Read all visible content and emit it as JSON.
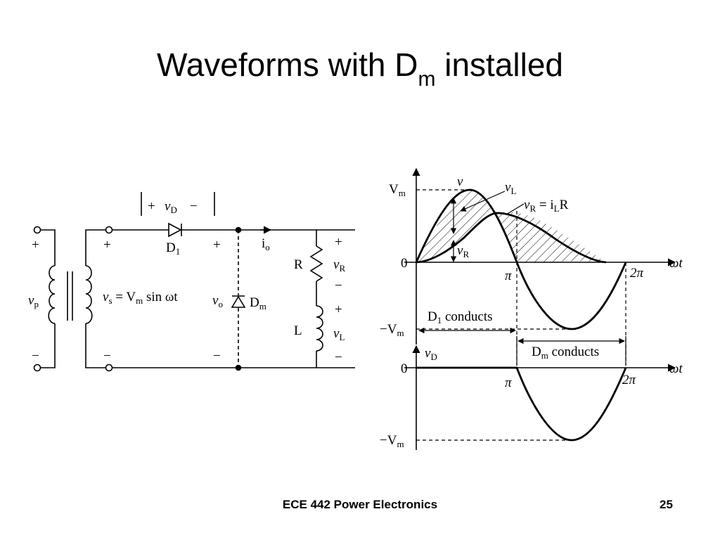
{
  "slide": {
    "title_main": "Waveforms with D",
    "title_sub": "m",
    "title_tail": " installed"
  },
  "circuit": {
    "vp": "v",
    "vp_sub": "p",
    "vs": "v",
    "vs_sub": "s",
    "vs_eq": " = V",
    "vs_eq_sub": "m",
    "vs_tail": " sin ωt",
    "vd": "v",
    "vd_sub": "D",
    "d1": "D",
    "d1_sub": "1",
    "io": "i",
    "io_sub": "o",
    "vo": "v",
    "vo_sub": "o",
    "dm": "D",
    "dm_sub": "m",
    "r": "R",
    "l": "L",
    "vr": "v",
    "vr_sub": "R",
    "vl": "v",
    "vl_sub": "L",
    "plus": "+",
    "minus": "−"
  },
  "upper_plot": {
    "vm": "V",
    "vm_sub": "m",
    "neg_vm": "−V",
    "neg_vm_sub": "m",
    "zero": "0",
    "v": "v",
    "vl": "v",
    "vl_sub": "L",
    "vr_eq": "v",
    "vr_eq_sub": "R",
    "vr_eq_mid": " = i",
    "vr_eq_sub2": "L",
    "vr_eq_tail": "R",
    "vr": "v",
    "vr_sub": "R",
    "pi": "π",
    "two_pi": "2π",
    "wt": "ωt",
    "d1_cond": "D",
    "d1_cond_sub": "1",
    "d1_cond_tail": " conducts"
  },
  "lower_plot": {
    "vd": "v",
    "vd_sub": "D",
    "zero": "0",
    "pi": "π",
    "two_pi": "2π",
    "wt": "ωt",
    "neg_vm": "−V",
    "neg_vm_sub": "m",
    "dm_cond": "D",
    "dm_cond_sub": "m",
    "dm_cond_tail": " conducts"
  },
  "footer": {
    "course": "ECE 442 Power Electronics",
    "page": "25"
  }
}
